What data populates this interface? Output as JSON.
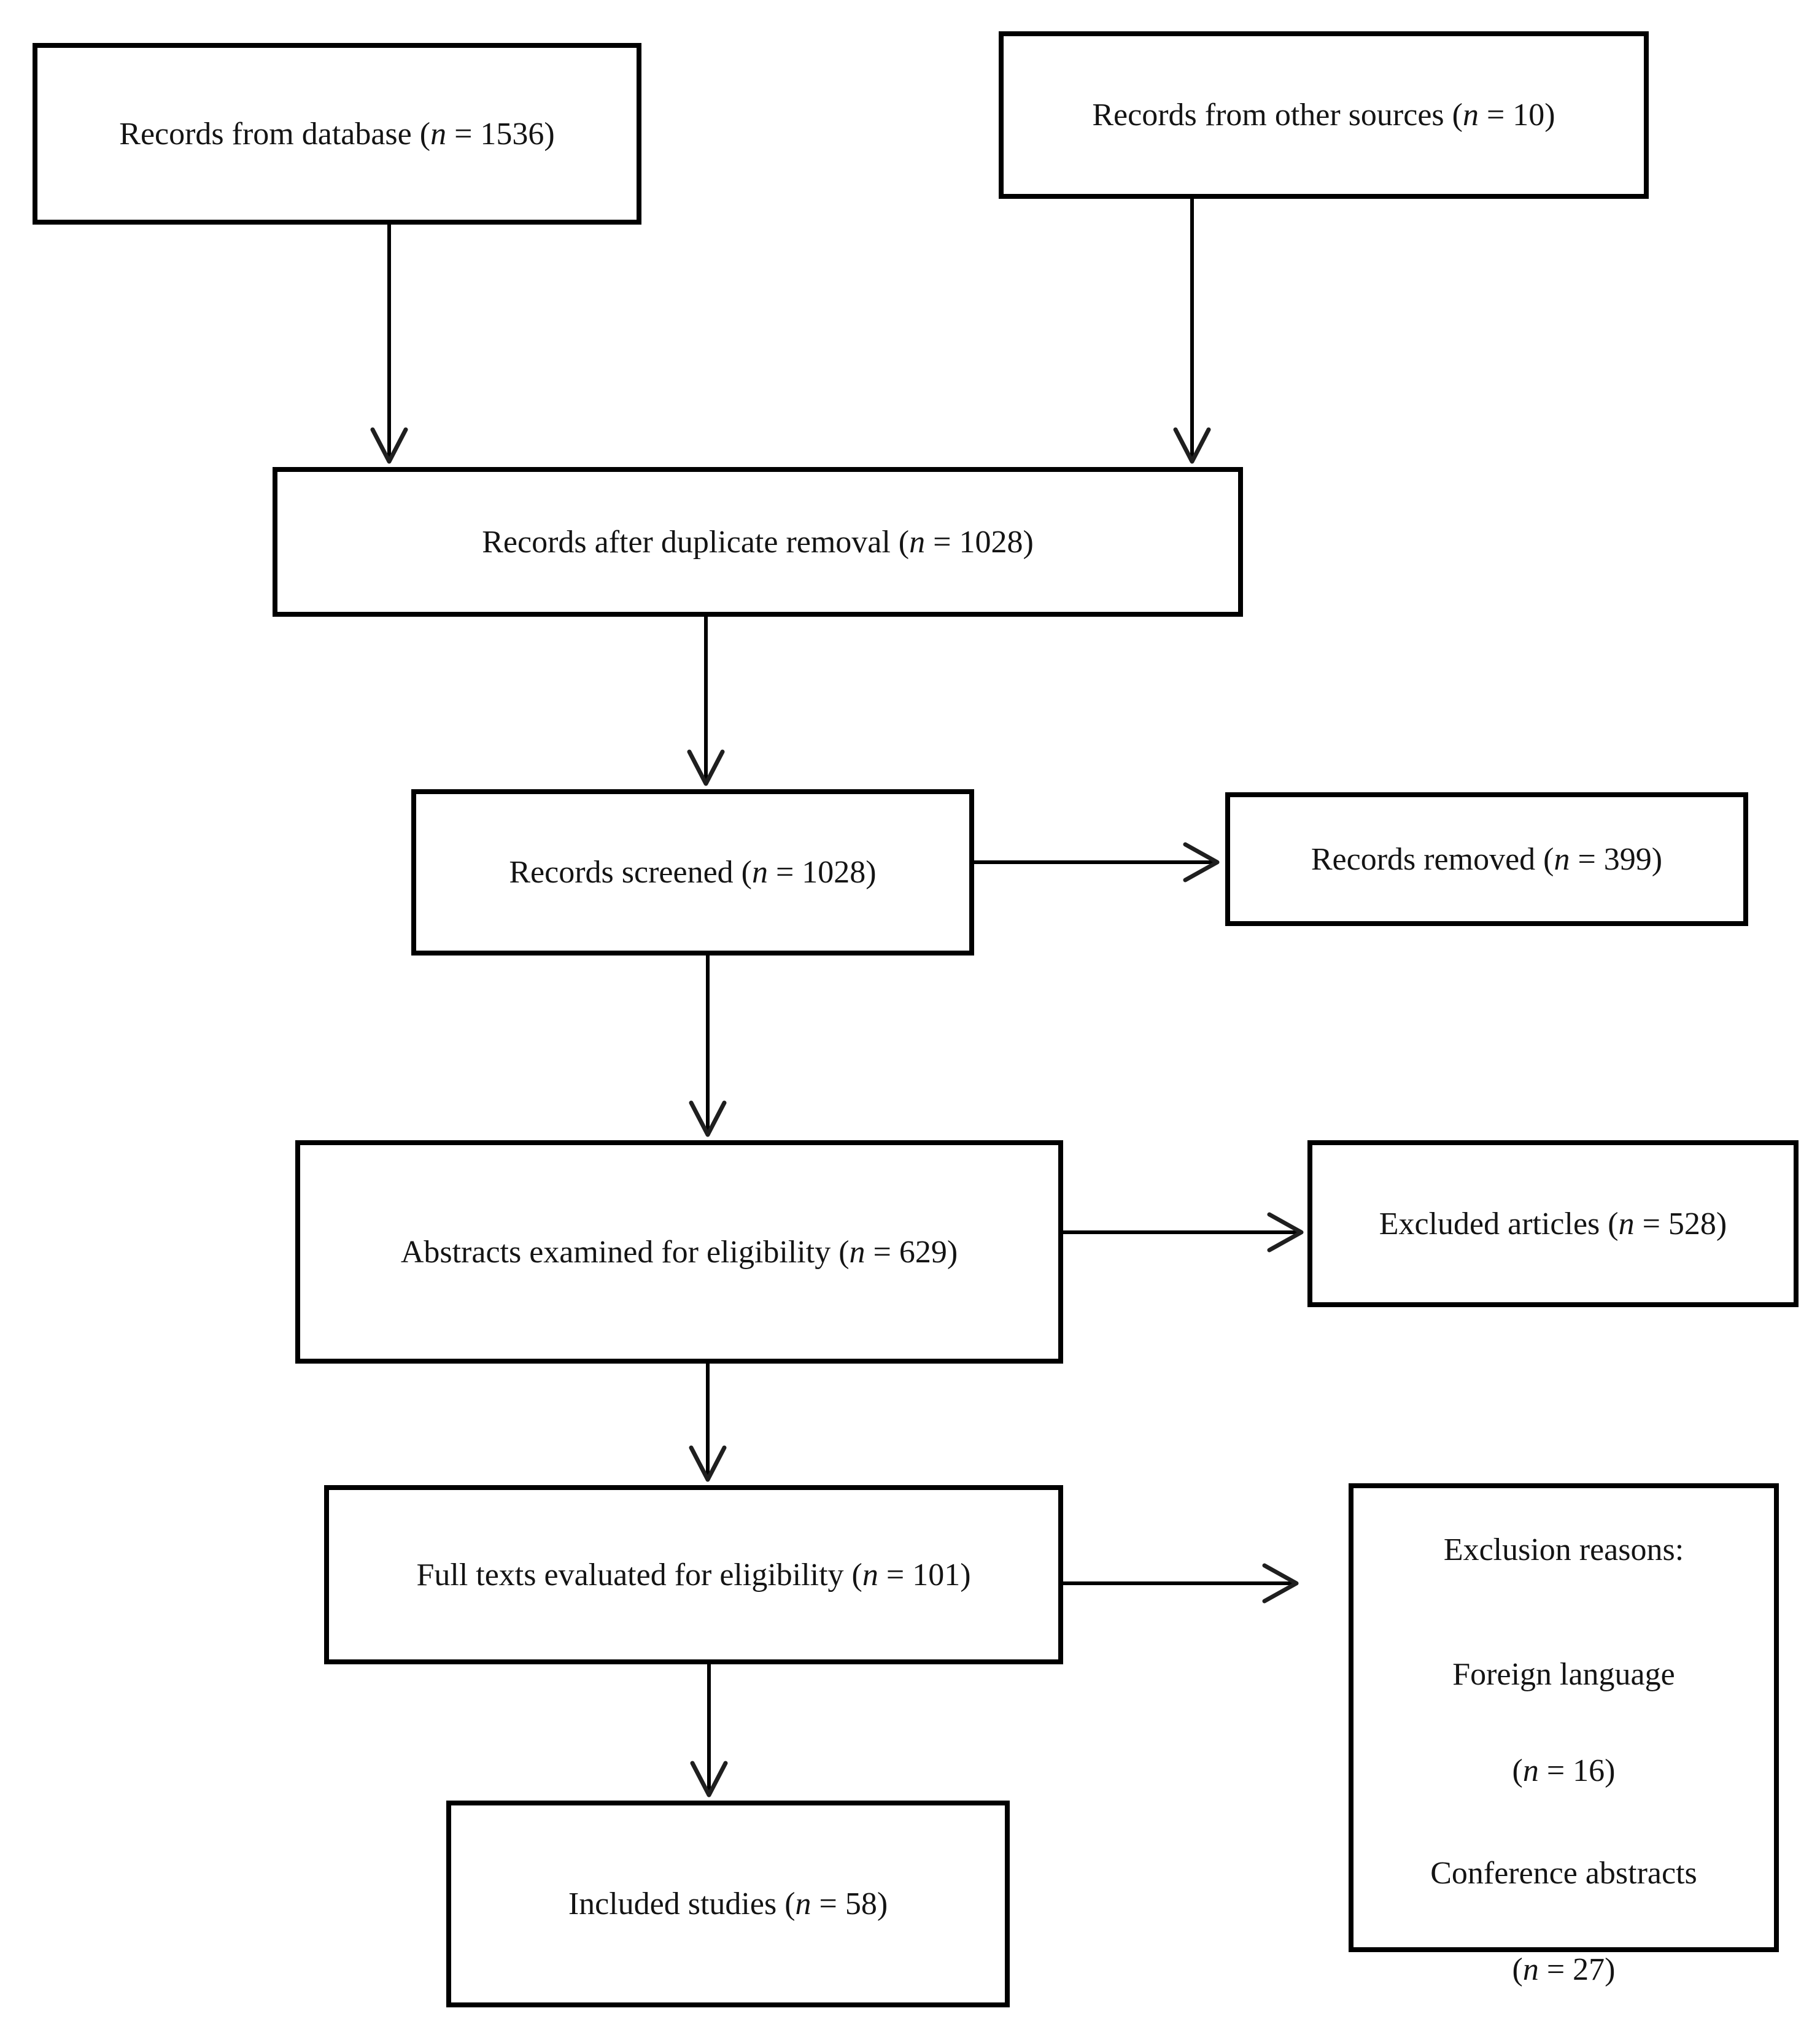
{
  "colors": {
    "background": "#ffffff",
    "box_border": "#000000",
    "text": "#141414",
    "arrow": "#000000"
  },
  "boxes": {
    "records_database": {
      "label": "Records from database (n = 1536)",
      "prefix": "Records from database (",
      "n_symbol": "n",
      "suffix": " = 1536)",
      "n_value": 1536
    },
    "records_other_sources": {
      "label": "Records from other sources (n = 10)",
      "prefix": "Records from other sources (",
      "n_symbol": "n",
      "suffix": " = 10)",
      "n_value": 10
    },
    "records_after_duplicate_removal": {
      "label": "Records after duplicate removal (n = 1028)",
      "prefix": "Records after duplicate removal (",
      "n_symbol": "n",
      "suffix": " = 1028)",
      "n_value": 1028
    },
    "records_screened": {
      "label": "Records screened (n = 1028)",
      "prefix": "Records screened (",
      "n_symbol": "n",
      "suffix": " = 1028)",
      "n_value": 1028
    },
    "records_removed": {
      "label": "Records removed (n = 399)",
      "prefix": "Records removed (",
      "n_symbol": "n",
      "suffix": " = 399)",
      "n_value": 399
    },
    "abstracts_examined": {
      "label": "Abstracts examined for eligibility (n = 629)",
      "prefix": "Abstracts examined for eligibility (",
      "n_symbol": "n",
      "suffix": " = 629)",
      "n_value": 629
    },
    "excluded_articles": {
      "label": "Excluded articles (n = 528)",
      "prefix": "Excluded articles (",
      "n_symbol": "n",
      "suffix": " = 528)",
      "n_value": 528
    },
    "full_texts_evaluated": {
      "label": "Full texts evaluated for eligibility (n = 101)",
      "prefix": "Full texts evaluated for eligibility (",
      "n_symbol": "n",
      "suffix": " = 101)",
      "n_value": 101
    },
    "exclusion_reasons": {
      "title": "Exclusion reasons:",
      "items": [
        {
          "label": "Foreign language",
          "n_prefix": "(",
          "n_symbol": "n",
          "n_suffix": " = 16)",
          "n_value": 16
        },
        {
          "label": "Conference abstracts",
          "n_prefix": "(",
          "n_symbol": "n",
          "n_suffix": " = 27)",
          "n_value": 27
        }
      ]
    },
    "included_studies": {
      "label": "Included studies (n = 58)",
      "prefix": "Included studies (",
      "n_symbol": "n",
      "suffix": " = 58)",
      "n_value": 58
    }
  },
  "edges": [
    {
      "from": "records_database",
      "to": "records_after_duplicate_removal"
    },
    {
      "from": "records_other_sources",
      "to": "records_after_duplicate_removal"
    },
    {
      "from": "records_after_duplicate_removal",
      "to": "records_screened"
    },
    {
      "from": "records_screened",
      "to": "records_removed"
    },
    {
      "from": "records_screened",
      "to": "abstracts_examined"
    },
    {
      "from": "abstracts_examined",
      "to": "excluded_articles"
    },
    {
      "from": "abstracts_examined",
      "to": "full_texts_evaluated"
    },
    {
      "from": "full_texts_evaluated",
      "to": "exclusion_reasons"
    },
    {
      "from": "full_texts_evaluated",
      "to": "included_studies"
    }
  ]
}
